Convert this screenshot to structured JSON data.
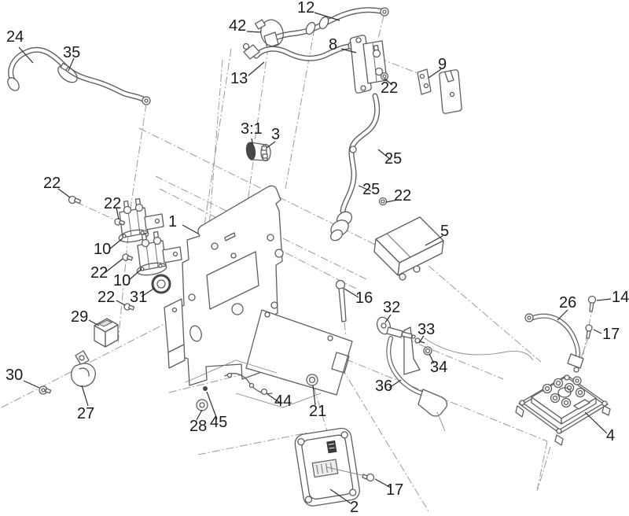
{
  "figure": {
    "background_color": "#ffffff",
    "line_color": "#5e5e5e",
    "projection_line_color": "#9a9a9a",
    "label_color": "#1b1b1b"
  },
  "callouts": [
    {
      "label": "24"
    },
    {
      "label": "35"
    },
    {
      "label": "42"
    },
    {
      "label": "12"
    },
    {
      "label": "13"
    },
    {
      "label": "8"
    },
    {
      "label": "22"
    },
    {
      "label": "9"
    },
    {
      "label": "3:1"
    },
    {
      "label": "3"
    },
    {
      "label": "25"
    },
    {
      "label": "25"
    },
    {
      "label": "22"
    },
    {
      "label": "5"
    },
    {
      "label": "22"
    },
    {
      "label": "22"
    },
    {
      "label": "1"
    },
    {
      "label": "10"
    },
    {
      "label": "22"
    },
    {
      "label": "10"
    },
    {
      "label": "31"
    },
    {
      "label": "22"
    },
    {
      "label": "29"
    },
    {
      "label": "16"
    },
    {
      "label": "32"
    },
    {
      "label": "33"
    },
    {
      "label": "34"
    },
    {
      "label": "36"
    },
    {
      "label": "26"
    },
    {
      "label": "14"
    },
    {
      "label": "17"
    },
    {
      "label": "4"
    },
    {
      "label": "30"
    },
    {
      "label": "27"
    },
    {
      "label": "28"
    },
    {
      "label": "45"
    },
    {
      "label": "44"
    },
    {
      "label": "21"
    },
    {
      "label": "2"
    },
    {
      "label": "17"
    }
  ]
}
